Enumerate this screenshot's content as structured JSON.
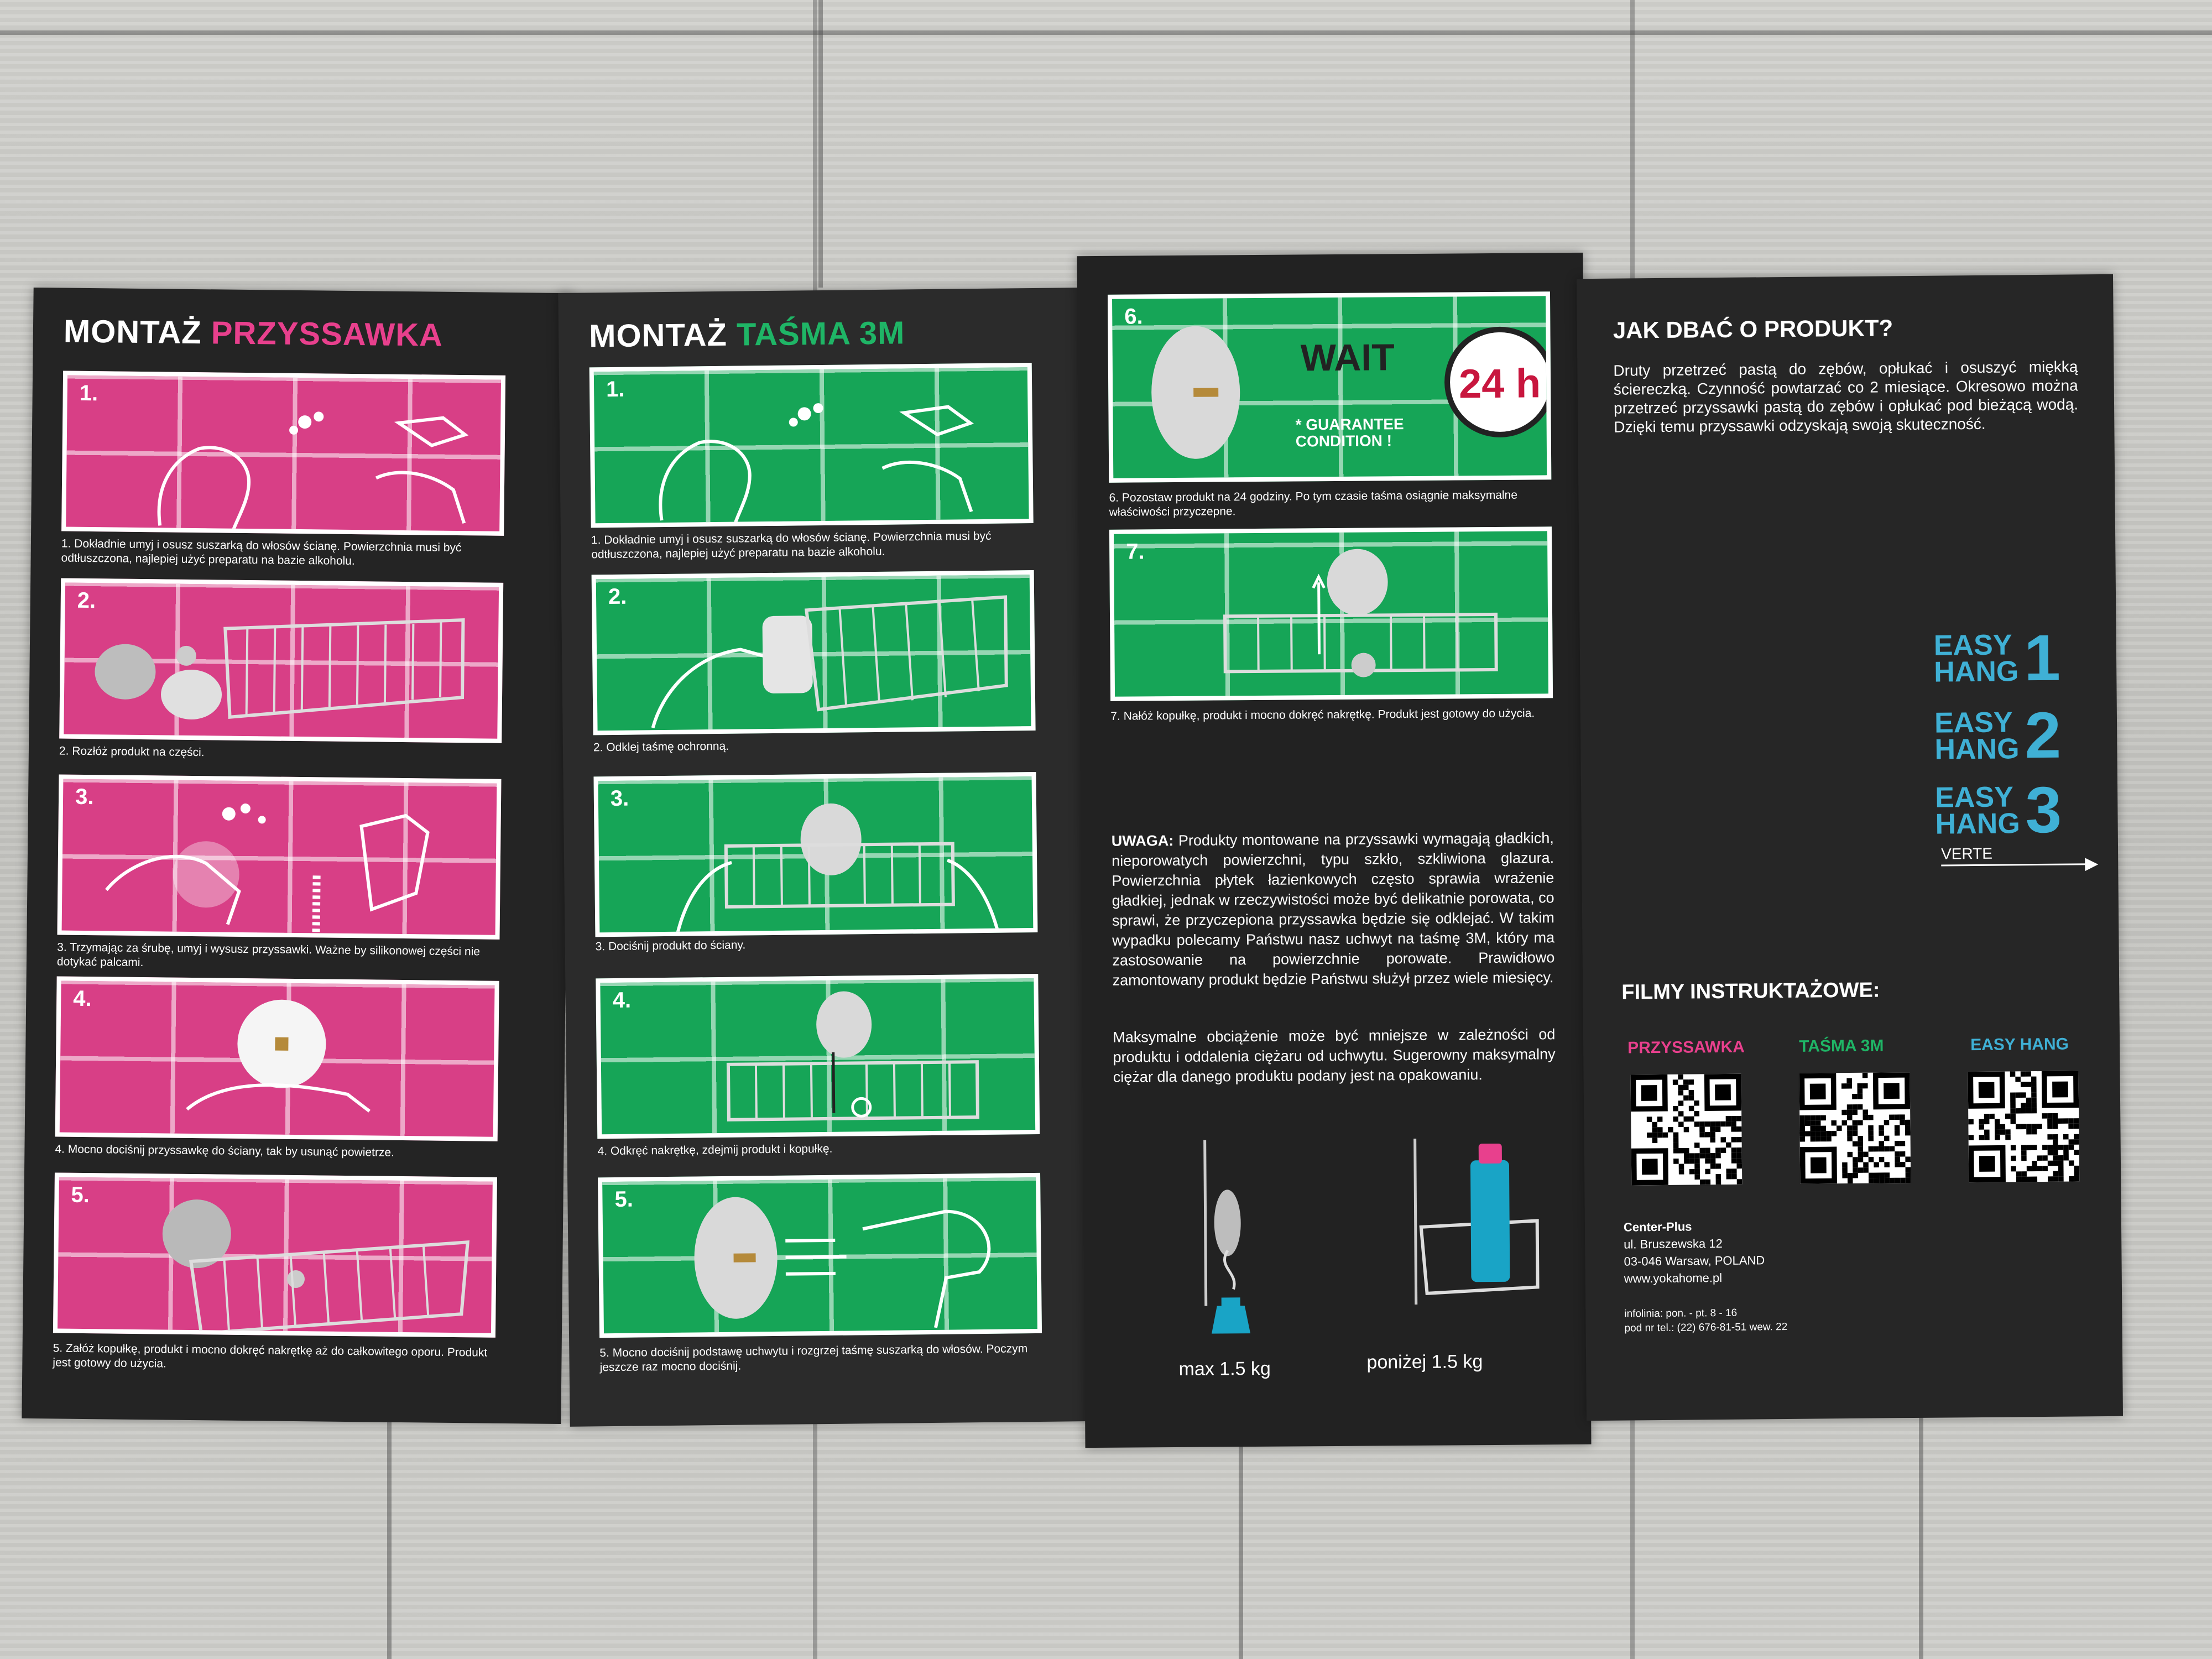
{
  "panel_przyssawka": {
    "title_prefix": "MONTAŻ",
    "title_accent": "PRZYSSAWKA",
    "steps": [
      {
        "num": "1.",
        "caption": "1. Dokładnie umyj i osusz suszarką do włosów ścianę. Powierzchnia musi być odtłuszczona, najlepiej użyć preparatu na bazie alkoholu."
      },
      {
        "num": "2.",
        "caption": "2. Rozłóż produkt na części."
      },
      {
        "num": "3.",
        "caption": "3. Trzymając za śrubę, umyj i wysusz przyssawki. Ważne by silikonowej części nie dotykać palcami."
      },
      {
        "num": "4.",
        "caption": "4. Mocno dociśnij przyssawkę do ściany, tak by usunąć powietrze."
      },
      {
        "num": "5.",
        "caption": "5. Załóż kopułkę, produkt i mocno dokręć nakrętkę aż do całkowitego oporu. Produkt jest gotowy do użycia."
      }
    ]
  },
  "panel_tasma": {
    "title_prefix": "MONTAŻ",
    "title_accent": "TAŚMA 3M",
    "steps": [
      {
        "num": "1.",
        "caption": "1. Dokładnie umyj i osusz suszarką do włosów ścianę. Powierzchnia musi być odtłuszczona, najlepiej użyć preparatu na bazie alkoholu."
      },
      {
        "num": "2.",
        "caption": "2. Odklej taśmę ochronną."
      },
      {
        "num": "3.",
        "caption": "3. Dociśnij produkt do ściany."
      },
      {
        "num": "4.",
        "caption": "4. Odkręć nakrętkę, zdejmij produkt i kopułkę."
      },
      {
        "num": "5.",
        "caption": "5. Mocno dociśnij podstawę uchwytu i rozgrzej taśmę suszarką do włosów. Poczym jeszcze raz mocno dociśnij."
      }
    ]
  },
  "panel_wait": {
    "step6_num": "6.",
    "wait_label": "WAIT",
    "guarantee_line1": "* GUARANTEE",
    "guarantee_line2": "CONDITION !",
    "clock_label": "24 h",
    "step6_caption": "6. Pozostaw produkt na 24 godziny. Po tym czasie taśma osiągnie maksymalne właściwości przyczepne.",
    "step7_num": "7.",
    "step7_caption": "7. Nałóż kopułkę, produkt i mocno dokręć nakrętkę. Produkt jest gotowy do użycia.",
    "note_label": "UWAGA:",
    "note_text": " Produkty montowane na przyssawki wymagają gładkich, nieporowatych powierzchni, typu szkło, szkliwiona glazura. Powierzchnia płytek łazienkowych często sprawia wrażenie gładkiej, jednak w rzeczywistości może być delikatnie porowata, co sprawi, że przyczepiona przyssawka będzie się odklejać. W takim wypadku polecamy Państwu nasz uchwyt na taśmę 3M, który ma zastosowanie na powierzchnie porowate. Prawidłowo zamontowany produkt będzie Państwu służył przez wiele miesięcy.",
    "load_text": "Maksymalne obciążenie może być mniejsze w zależności od produktu i oddalenia ciężaru od uchwytu. Sugerowny maksymalny ciężar dla danego produktu podany jest na opakowaniu.",
    "weight_left": "max 1.5 kg",
    "weight_right": "poniżej 1.5 kg"
  },
  "panel_care": {
    "title": "JAK DBAĆ O PRODUKT?",
    "text": "Druty przetrzeć pastą do zębów, opłukać i osuszyć miękką ściereczką. Czynność powtarzać co 2 miesiące. Okresowo można przetrzeć przyssawki pastą do zębów i opłukać pod bieżącą wodą. Dzięki temu przyssawki odzyskają swoją skuteczność.",
    "easy_hang": [
      {
        "line1": "EASY",
        "line2": "HANG",
        "num": "1"
      },
      {
        "line1": "EASY",
        "line2": "HANG",
        "num": "2"
      },
      {
        "line1": "EASY",
        "line2": "HANG",
        "num": "3"
      }
    ],
    "verte": "VERTE",
    "films_title": "FILMY INSTRUKTAŻOWE:",
    "qr_labels": [
      {
        "text": "PRZYSSAWKA",
        "color": "#e8408d"
      },
      {
        "text": "TAŚMA 3M",
        "color": "#1fb566"
      },
      {
        "text": "EASY HANG",
        "color": "#3fb0d5"
      }
    ],
    "company": "Center-Plus",
    "address1": "ul. Bruszewska 12",
    "address2": "03-046 Warsaw, POLAND",
    "website": "www.yokahome.pl",
    "info1": "infolinia: pon. - pt. 8 - 16",
    "info2": "pod nr tel.: (22) 676-81-51 wew. 22"
  },
  "colors": {
    "pink": "#d83f86",
    "green": "#16a557",
    "cyan": "#3fb0d5",
    "leaflet": "#262626",
    "floor": "#c9c9c5"
  }
}
